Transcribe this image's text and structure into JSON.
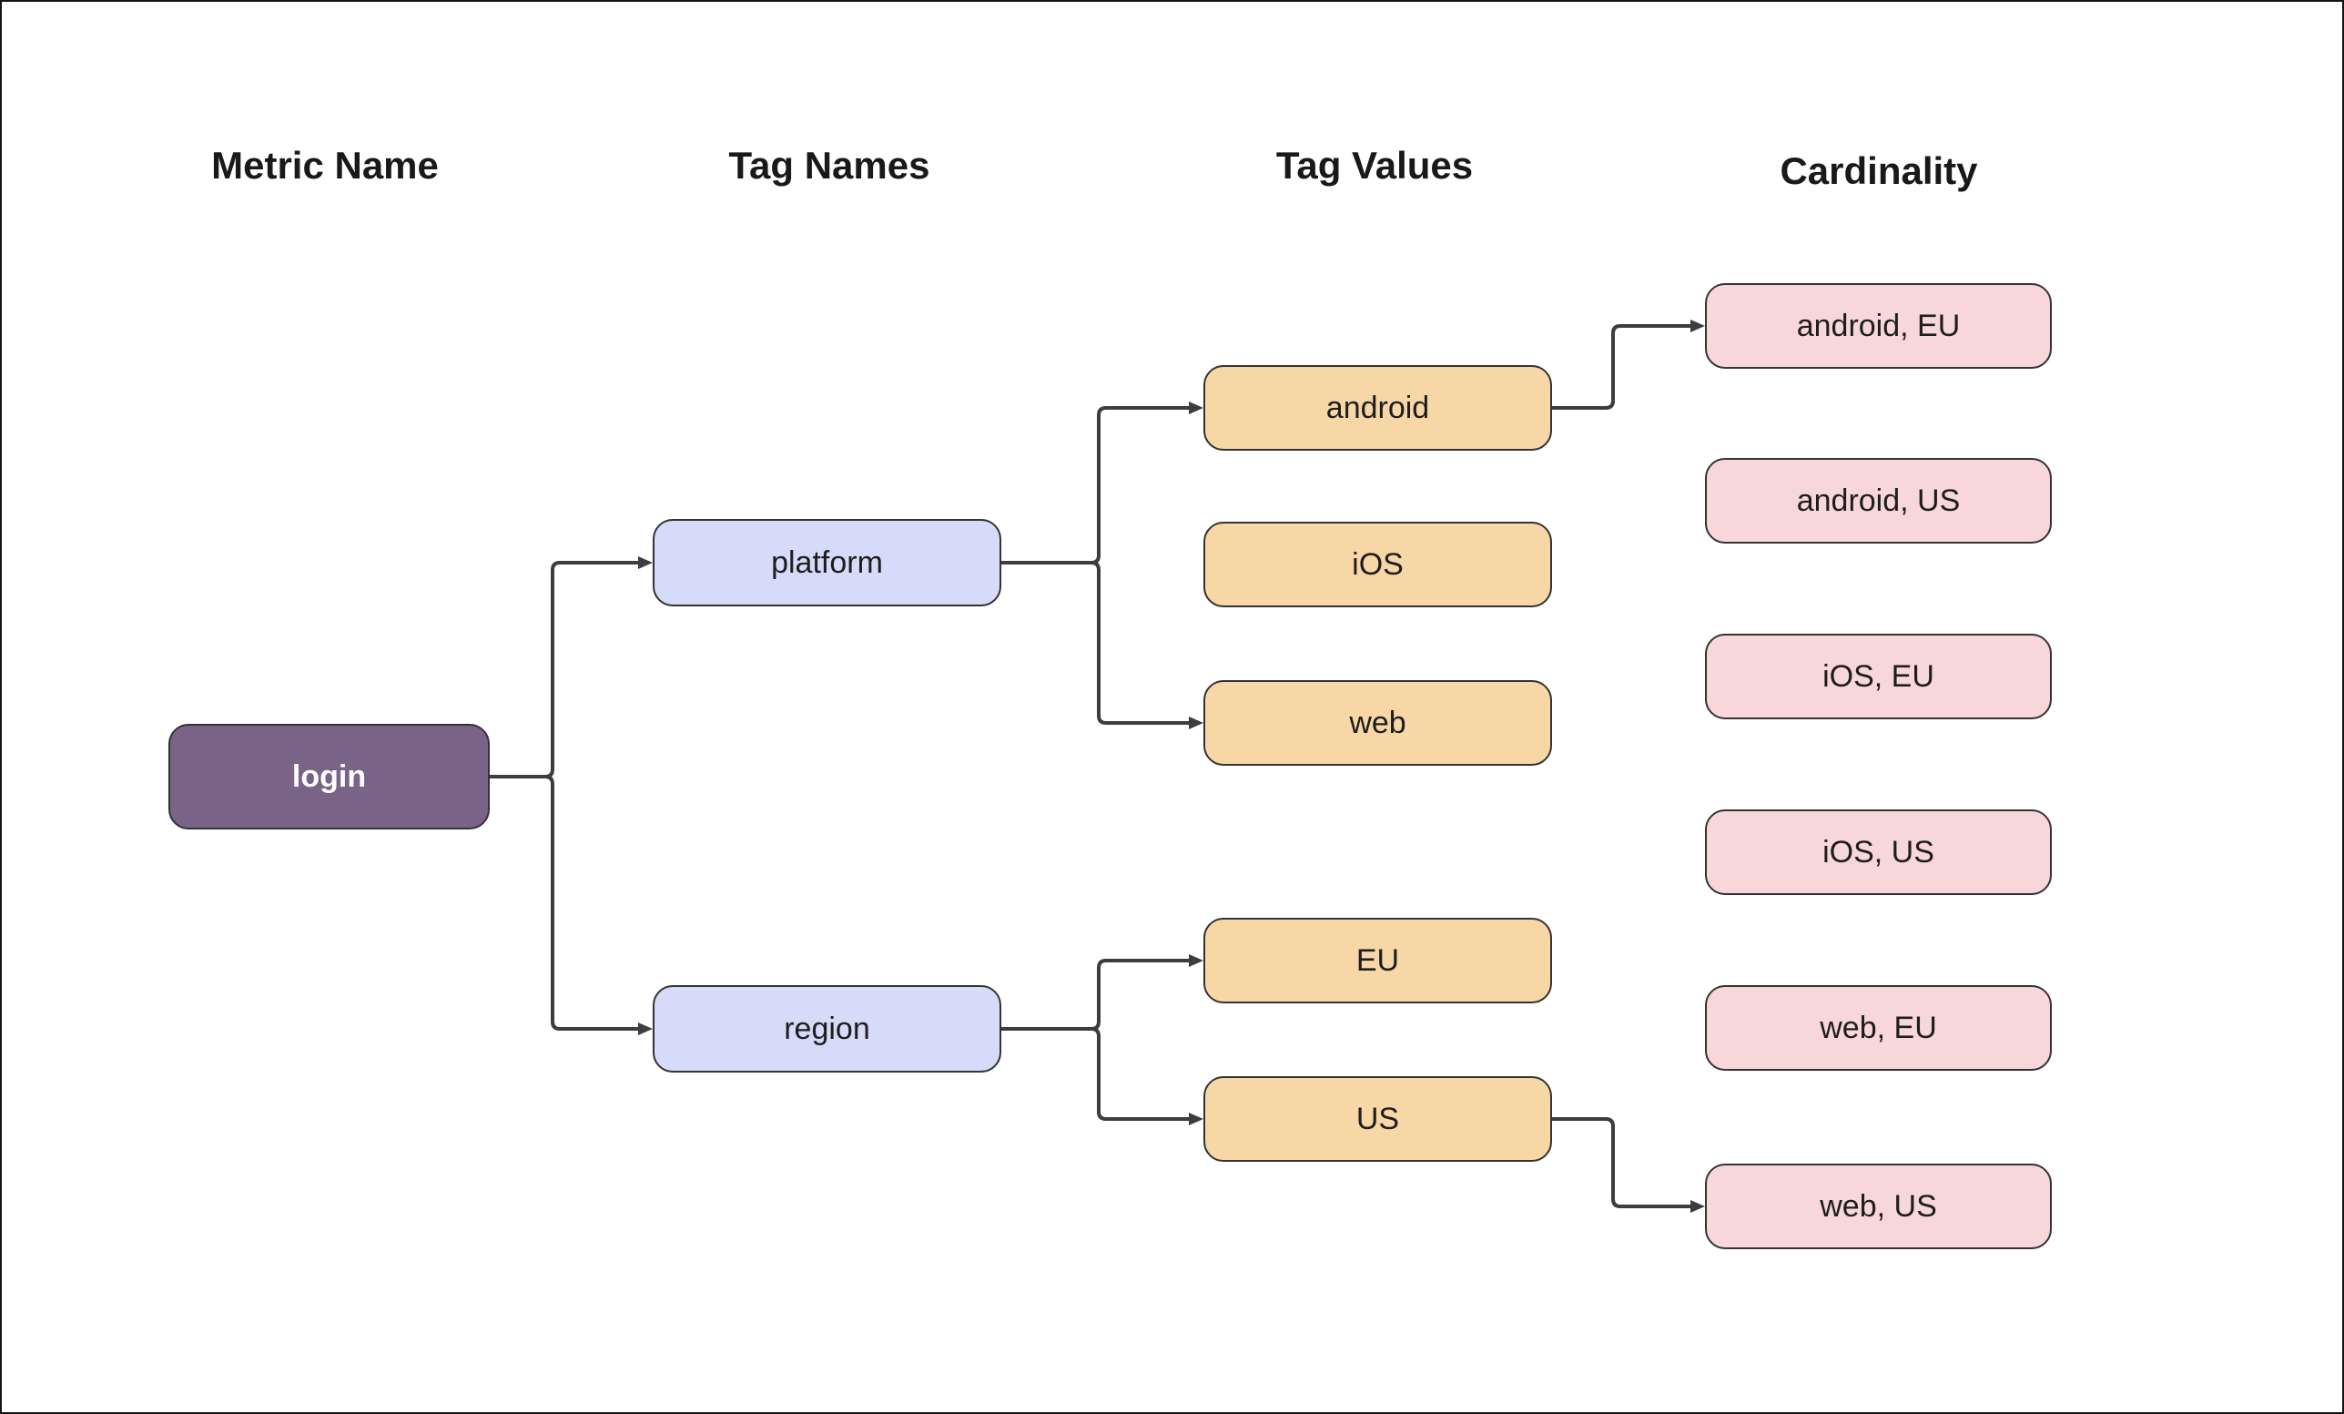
{
  "diagram": {
    "columns": [
      {
        "id": "metric-name",
        "label": "Metric Name"
      },
      {
        "id": "tag-names",
        "label": "Tag Names"
      },
      {
        "id": "tag-values",
        "label": "Tag Values"
      },
      {
        "id": "cardinality",
        "label": "Cardinality"
      }
    ],
    "nodes": {
      "login": {
        "label": "login",
        "type": "metric"
      },
      "platform": {
        "label": "platform",
        "type": "tag-name"
      },
      "region": {
        "label": "region",
        "type": "tag-name"
      },
      "android": {
        "label": "android",
        "type": "tag-value"
      },
      "ios": {
        "label": "iOS",
        "type": "tag-value"
      },
      "web": {
        "label": "web",
        "type": "tag-value"
      },
      "eu": {
        "label": "EU",
        "type": "tag-value"
      },
      "us": {
        "label": "US",
        "type": "tag-value"
      },
      "android_eu": {
        "label": "android, EU",
        "type": "cardinality"
      },
      "android_us": {
        "label": "android, US",
        "type": "cardinality"
      },
      "ios_eu": {
        "label": "iOS, EU",
        "type": "cardinality"
      },
      "ios_us": {
        "label": "iOS, US",
        "type": "cardinality"
      },
      "web_eu": {
        "label": "web, EU",
        "type": "cardinality"
      },
      "web_us": {
        "label": "web, US",
        "type": "cardinality"
      }
    },
    "edges": [
      {
        "from": "login",
        "to": "platform"
      },
      {
        "from": "login",
        "to": "region"
      },
      {
        "from": "platform",
        "to": "android"
      },
      {
        "from": "platform",
        "to": "web"
      },
      {
        "from": "region",
        "to": "EU"
      },
      {
        "from": "region",
        "to": "US"
      },
      {
        "from": "android",
        "to": "android, EU"
      },
      {
        "from": "US",
        "to": "web, US"
      }
    ],
    "colors": {
      "background": "#ffffff",
      "metric_fill": "#796488",
      "metric_text": "#ffffff",
      "tag_name_fill": "#d5dbf8",
      "tag_value_fill": "#f8d7a6",
      "cardinality_fill": "#f8d7da",
      "node_border": "#333333",
      "connector": "#3d3d3d",
      "label_text": "#1e1e1e"
    }
  }
}
